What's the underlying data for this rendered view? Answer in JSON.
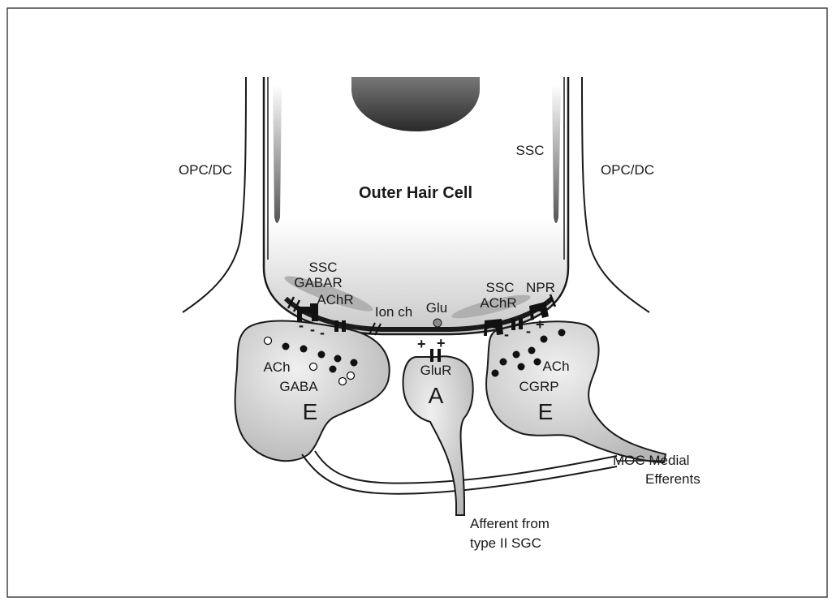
{
  "labels": {
    "outer_hair_cell": "Outer Hair Cell",
    "opc_dc_left": "OPC/DC",
    "opc_dc_right": "OPC/DC",
    "ssc_top_right": "SSC",
    "ssc_left": "SSC",
    "gabar": "GABAR",
    "achr_left": "AChR",
    "ion_ch": "Ion ch",
    "glu": "Glu",
    "ssc_right": "SSC",
    "npr": "NPR",
    "achr_right": "AChR",
    "ach_left": "ACh",
    "gaba": "GABA",
    "e_left": "E",
    "glur": "GluR",
    "a_afferent": "A",
    "ach_right": "ACh",
    "cgrp": "CGRP",
    "e_right": "E",
    "moc_line1": "MOC Medial",
    "moc_line2": "Efferents",
    "afferent_line1": "Afferent from",
    "afferent_line2": "type II SGC"
  },
  "signs": {
    "left_minus_1": "-",
    "left_minus_2": "-",
    "left_minus_3": "-",
    "center_plus_1": "+",
    "center_plus_2": "+",
    "right_minus_1": "-",
    "right_minus_2": "-",
    "right_plus": "+"
  },
  "colors": {
    "stroke": "#1a1a1a",
    "terminal_fill": "#d9d9d9",
    "ssc_band": "#b0b0b0",
    "frame": "#444444"
  }
}
